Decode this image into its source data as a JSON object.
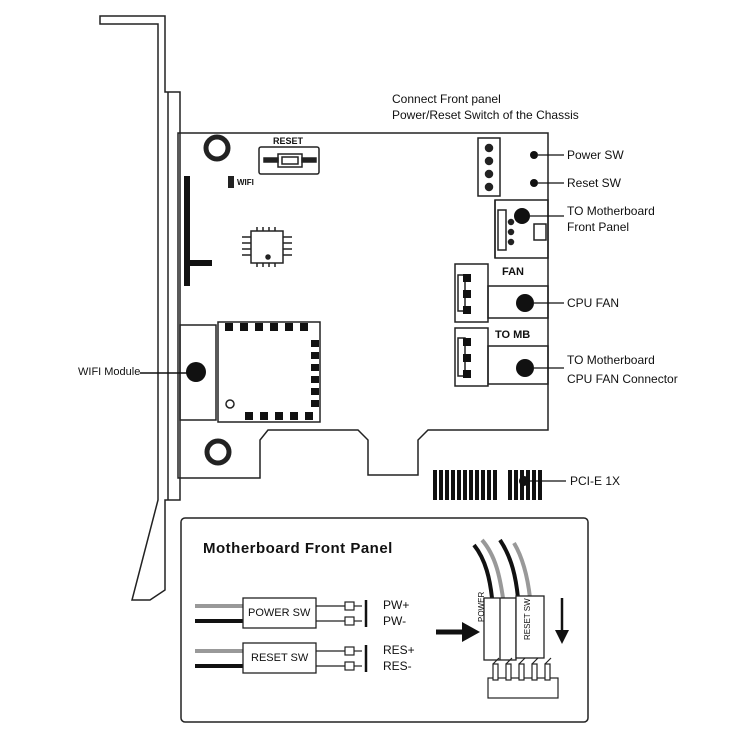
{
  "header": {
    "line1": "Connect Front panel",
    "line2": "Power/Reset Switch of the Chassis"
  },
  "board": {
    "reset_label": "RESET",
    "wifi_led_label": "WIFI",
    "fan_label": "FAN",
    "tomb_label": "TO MB"
  },
  "callouts": {
    "power_sw": "Power SW",
    "reset_sw": "Reset SW",
    "to_mb_front_1": "TO Motherboard",
    "to_mb_front_2": "Front Panel",
    "cpu_fan": "CPU FAN",
    "to_mb_fan_1": "TO Motherboard",
    "to_mb_fan_2": "CPU FAN Connector",
    "pcie": "PCI-E 1X",
    "wifi_module": "WIFI Module"
  },
  "panel": {
    "title": "Motherboard Front Panel",
    "power_sw_box": "POWER SW",
    "reset_sw_box": "RESET SW",
    "pw_plus": "PW+",
    "pw_minus": "PW-",
    "res_plus": "RES+",
    "res_minus": "RES-",
    "conn_power": "POWER",
    "conn_reset": "RESET SW"
  }
}
